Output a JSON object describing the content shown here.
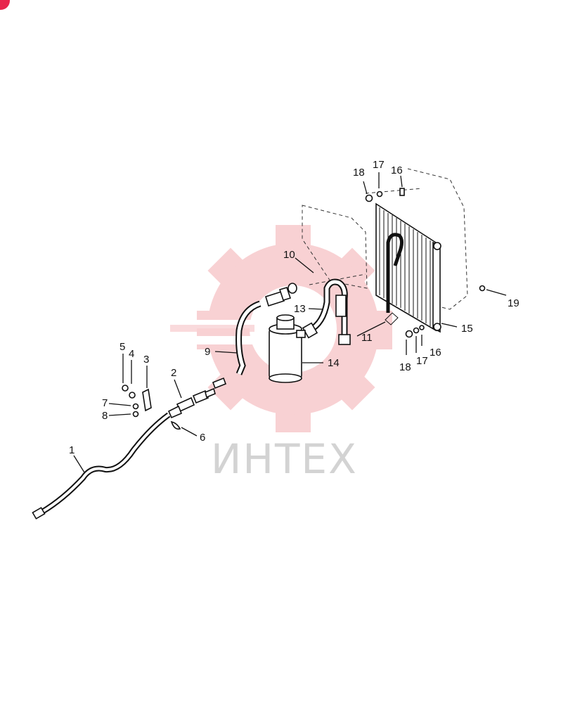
{
  "watermark": {
    "text": "ИНТЕХ",
    "gear_color": "#f7c9cc",
    "text_color": "#d3d3d3"
  },
  "badge_color": "#e8274d",
  "callouts": [
    "1",
    "2",
    "3",
    "4",
    "5",
    "6",
    "7",
    "8",
    "9",
    "10",
    "11",
    "13",
    "14",
    "15",
    "16",
    "16",
    "17",
    "17",
    "18",
    "18",
    "19"
  ]
}
